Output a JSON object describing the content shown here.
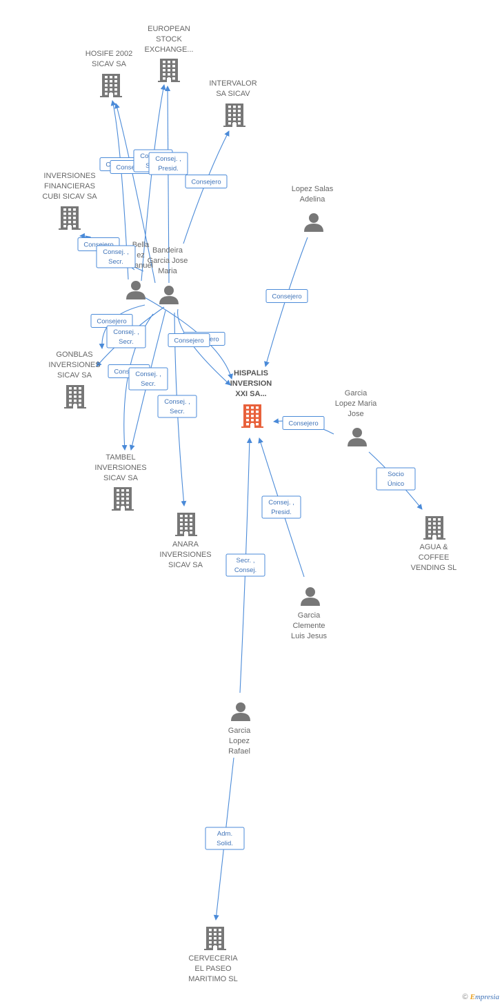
{
  "colors": {
    "edge": "#4a8ad8",
    "company": "#777777",
    "person": "#777777",
    "focus": "#e8613b",
    "label": "#666666"
  },
  "nodes": {
    "european_stock": {
      "type": "company",
      "label": [
        "EUROPEAN",
        "STOCK",
        "EXCHANGE..."
      ]
    },
    "hosife": {
      "type": "company",
      "label": [
        "HOSIFE 2002",
        "SICAV SA"
      ]
    },
    "intervalor": {
      "type": "company",
      "label": [
        "INTERVALOR",
        "SA SICAV"
      ]
    },
    "inversiones_fin": {
      "type": "company",
      "label": [
        "INVERSIONES",
        "FINANCIERAS",
        "CUBI SICAV SA"
      ]
    },
    "lopez_salas": {
      "type": "person",
      "label": [
        "Lopez Salas",
        "Adelina"
      ]
    },
    "bella_manuel": {
      "type": "person",
      "label": [
        "Bella",
        "ez",
        "Manuel"
      ]
    },
    "bandeira": {
      "type": "person",
      "label": [
        "Bandeira",
        "Garcia Jose",
        "Maria"
      ]
    },
    "gonblas": {
      "type": "company",
      "label": [
        "GONBLAS",
        "INVERSIONES",
        "SICAV SA"
      ]
    },
    "hispalis": {
      "type": "focus",
      "label": [
        "HISPALIS",
        "INVERSION",
        "XXI SA..."
      ]
    },
    "garcia_lopez_mj": {
      "type": "person",
      "label": [
        "Garcia",
        "Lopez Maria",
        "Jose"
      ]
    },
    "tambel": {
      "type": "company",
      "label": [
        "TAMBEL",
        "INVERSIONES",
        "SICAV SA"
      ]
    },
    "anara": {
      "type": "company",
      "label": [
        "ANARA",
        "INVERSIONES",
        "SICAV SA"
      ]
    },
    "agua_coffee": {
      "type": "company",
      "label": [
        "AGUA &",
        "COFFEE",
        "VENDING SL"
      ]
    },
    "garcia_clemente": {
      "type": "person",
      "label": [
        "Garcia",
        "Clemente",
        "Luis Jesus"
      ]
    },
    "garcia_lopez_rafael": {
      "type": "person",
      "label": [
        "Garcia",
        "Lopez",
        "Rafael"
      ]
    },
    "cerveceria": {
      "type": "company",
      "label": [
        "CERVECERIA",
        "EL PASEO",
        "MARITIMO SL"
      ]
    }
  },
  "edges": [
    {
      "from": "bella_manuel",
      "to": "hosife",
      "label": [
        "Consejero"
      ]
    },
    {
      "from": "bandeira",
      "to": "hosife",
      "label": [
        "Consejero"
      ]
    },
    {
      "from": "bella_manuel",
      "to": "european_stock",
      "label": [
        "Consej. ,",
        "Secr."
      ]
    },
    {
      "from": "bandeira",
      "to": "european_stock",
      "label": [
        "Consej. ,",
        "Presid."
      ]
    },
    {
      "from": "bandeira",
      "to": "intervalor",
      "label": [
        "Consejero"
      ]
    },
    {
      "from": "bella_manuel",
      "to": "inversiones_fin",
      "label": [
        "Consejero"
      ]
    },
    {
      "from": "bandeira",
      "to": "inversiones_fin",
      "label": [
        "Consej. ,",
        "Secr."
      ]
    },
    {
      "from": "lopez_salas",
      "to": "hispalis",
      "label": [
        "Consejero"
      ]
    },
    {
      "from": "bella_manuel",
      "to": "gonblas",
      "label": [
        "Consejero"
      ]
    },
    {
      "from": "bandeira",
      "to": "gonblas",
      "label": [
        "Consej. ,",
        "Secr."
      ]
    },
    {
      "from": "bella_manuel",
      "to": "hispalis",
      "label": [
        "Consejero"
      ]
    },
    {
      "from": "bandeira",
      "to": "hispalis",
      "label": [
        "Consejero"
      ]
    },
    {
      "from": "bella_manuel",
      "to": "tambel",
      "label": [
        "Consejero"
      ]
    },
    {
      "from": "bandeira",
      "to": "tambel",
      "label": [
        "Consej. ,",
        "Secr."
      ]
    },
    {
      "from": "bandeira",
      "to": "anara",
      "label": [
        "Consej. ,",
        "Secr."
      ]
    },
    {
      "from": "garcia_lopez_mj",
      "to": "hispalis",
      "label": [
        "Consejero"
      ]
    },
    {
      "from": "garcia_lopez_mj",
      "to": "agua_coffee",
      "label": [
        "Socio",
        "Único"
      ]
    },
    {
      "from": "garcia_clemente",
      "to": "hispalis",
      "label": [
        "Consej. ,",
        "Presid."
      ]
    },
    {
      "from": "garcia_lopez_rafael",
      "to": "hispalis",
      "label": [
        "Secr. ,",
        "Consej."
      ]
    },
    {
      "from": "garcia_lopez_rafael",
      "to": "cerveceria",
      "label": [
        "Adm.",
        "Solid."
      ]
    }
  ],
  "footer": {
    "copyright": "©",
    "brand_initial": "E",
    "brand_rest": "mpresia"
  }
}
